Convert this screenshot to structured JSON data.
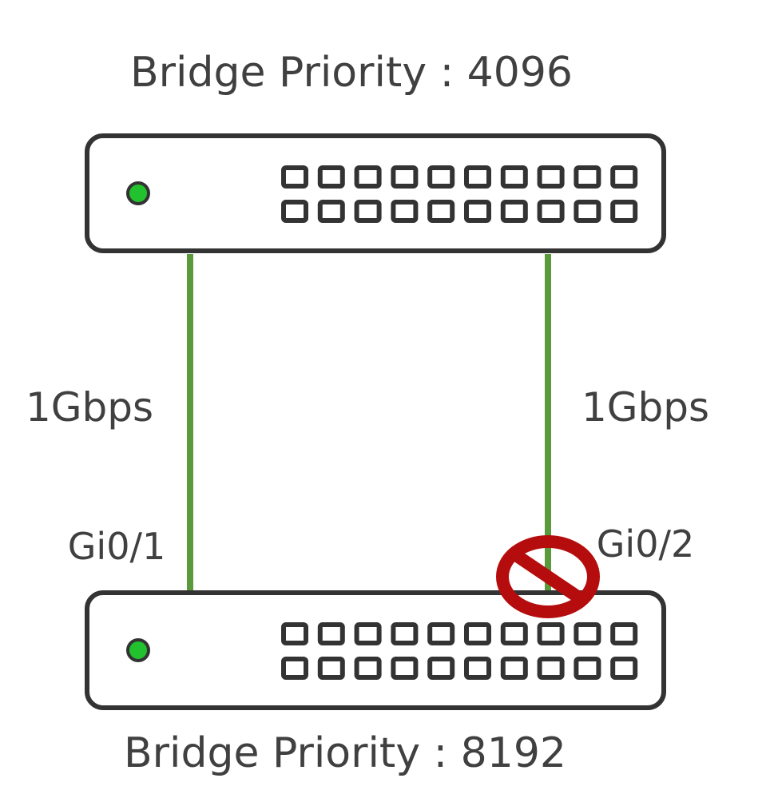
{
  "top_switch": {
    "priority_label": "Bridge Priority : 4096"
  },
  "bottom_switch": {
    "priority_label": "Bridge Priority : 8192"
  },
  "links": {
    "left": {
      "speed": "1Gbps",
      "port": "Gi0/1"
    },
    "right": {
      "speed": "1Gbps",
      "port": "Gi0/2",
      "blocked": true
    }
  },
  "colors": {
    "link": "#5b9a3c",
    "status_led": "#22c22e",
    "outline": "#333333",
    "block_icon": "#b50d0d",
    "text": "#404040"
  },
  "icons": {
    "switch": "network-switch-icon",
    "led": "status-led-icon",
    "blocked": "blocked-port-icon"
  }
}
